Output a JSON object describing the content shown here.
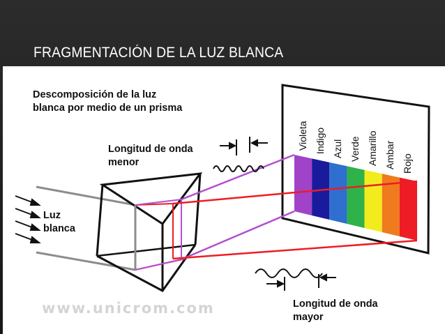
{
  "slide": {
    "title": "FRAGMENTACIÓN DE LA LUZ BLANCA"
  },
  "diagram": {
    "caption_line1": "Descomposición de la luz",
    "caption_line2": "blanca por medio de un prisma",
    "short_wave_line1": "Longitud de onda",
    "short_wave_line2": "menor",
    "long_wave_line1": "Longitud de onda",
    "long_wave_line2": "mayor",
    "light_line1": "Luz",
    "light_line2": "blanca",
    "watermark": "www.unicrom.com",
    "spectrum": [
      {
        "label": "Violeta",
        "color": "#a043c8"
      },
      {
        "label": "Indigo",
        "color": "#1a1a9c"
      },
      {
        "label": "Azul",
        "color": "#2e6fd0"
      },
      {
        "label": "Verde",
        "color": "#2fb24a"
      },
      {
        "label": "Amarillo",
        "color": "#f2ec1e"
      },
      {
        "label": "Ambar",
        "color": "#f07a1e"
      },
      {
        "label": "Rojo",
        "color": "#ee1c24"
      }
    ]
  }
}
